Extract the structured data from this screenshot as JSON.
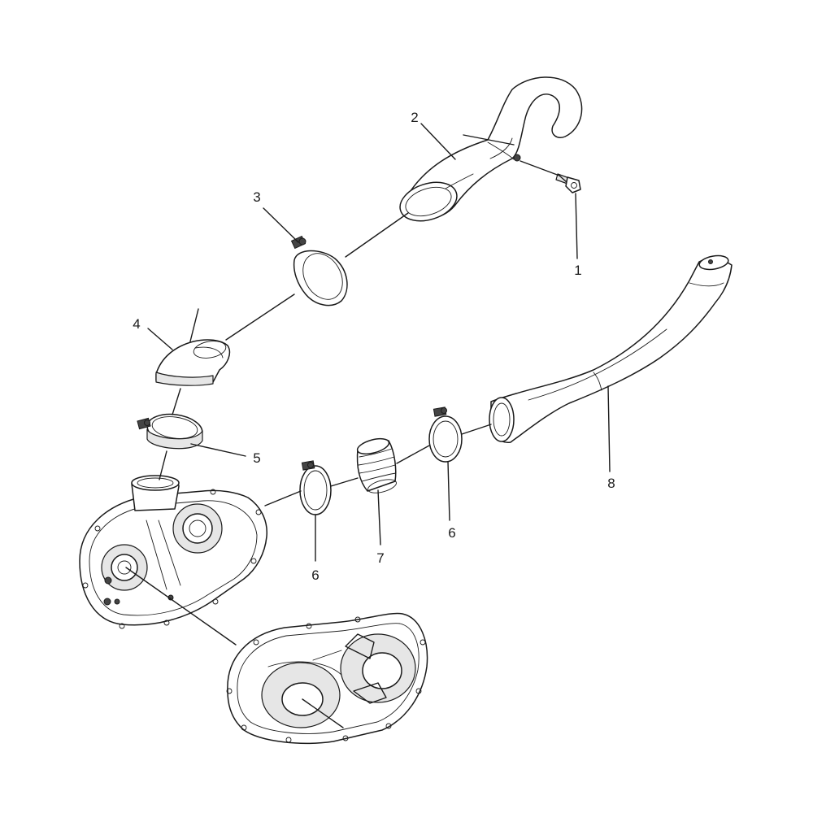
{
  "callouts": [
    {
      "id": "1",
      "text": "1"
    },
    {
      "id": "2",
      "text": "2"
    },
    {
      "id": "3",
      "text": "3"
    },
    {
      "id": "4",
      "text": "4"
    },
    {
      "id": "5",
      "text": "5"
    },
    {
      "id": "6a",
      "text": "6"
    },
    {
      "id": "6b",
      "text": "6"
    },
    {
      "id": "7",
      "text": "7"
    },
    {
      "id": "8",
      "text": "8"
    }
  ],
  "colors": {
    "line": "#1a1a1a",
    "shade": "#e6e6e6",
    "background": "#ffffff"
  }
}
